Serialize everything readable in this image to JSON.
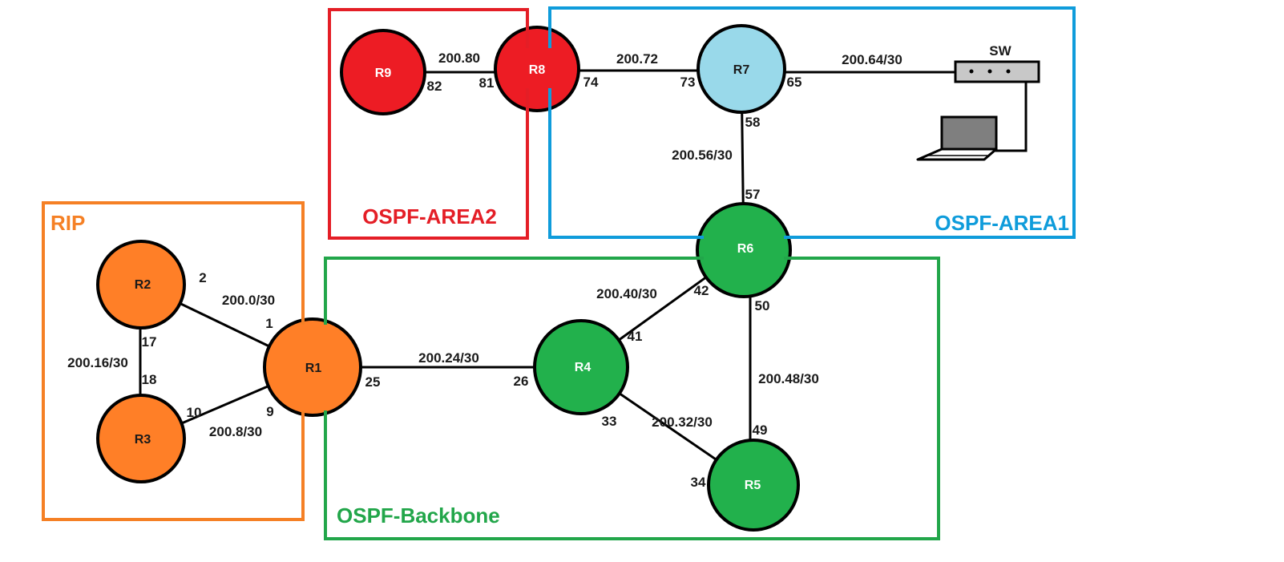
{
  "areas": {
    "rip": {
      "label": "RIP",
      "color": "#F58025"
    },
    "ospf_area2": {
      "label": "OSPF-AREA2",
      "color": "#E41E26"
    },
    "ospf_area1": {
      "label": "OSPF-AREA1",
      "color": "#0F9CDB"
    },
    "ospf_backbone": {
      "label": "OSPF-Backbone",
      "color": "#22A64A"
    }
  },
  "routers": {
    "r1": {
      "label": "R1",
      "color": "#FF7F27"
    },
    "r2": {
      "label": "R2",
      "color": "#FF7F27"
    },
    "r3": {
      "label": "R3",
      "color": "#FF7F27"
    },
    "r4": {
      "label": "R4",
      "color": "#22B14C"
    },
    "r5": {
      "label": "R5",
      "color": "#22B14C"
    },
    "r6": {
      "label": "R6",
      "color": "#22B14C"
    },
    "r7": {
      "label": "R7",
      "color": "#99D9EA"
    },
    "r8": {
      "label": "R8",
      "color": "#ED1C24"
    },
    "r9": {
      "label": "R9",
      "color": "#ED1C24"
    }
  },
  "switch": {
    "label": "SW"
  },
  "links": {
    "r9_r8": {
      "subnet": "200.80",
      "a_if": "82",
      "b_if": "81"
    },
    "r8_r7": {
      "subnet": "200.72",
      "a_if": "74",
      "b_if": "73"
    },
    "r7_sw": {
      "subnet": "200.64/30",
      "a_if": "65"
    },
    "r7_r6": {
      "subnet": "200.56/30",
      "a_if": "58",
      "b_if": "57"
    },
    "r2_r1": {
      "subnet": "200.0/30",
      "a_if": "2",
      "b_if": "1"
    },
    "r2_r3": {
      "subnet": "200.16/30",
      "a_if": "17",
      "b_if": "18"
    },
    "r3_r1": {
      "subnet": "200.8/30",
      "a_if": "10",
      "b_if": "9"
    },
    "r1_r4": {
      "subnet": "200.24/30",
      "a_if": "25",
      "b_if": "26"
    },
    "r4_r6": {
      "subnet": "200.40/30",
      "a_if": "41",
      "b_if": "42"
    },
    "r4_r5": {
      "subnet": "200.32/30",
      "a_if": "33",
      "b_if": "34"
    },
    "r6_r5": {
      "subnet": "200.48/30",
      "a_if": "50",
      "b_if": "49"
    }
  }
}
